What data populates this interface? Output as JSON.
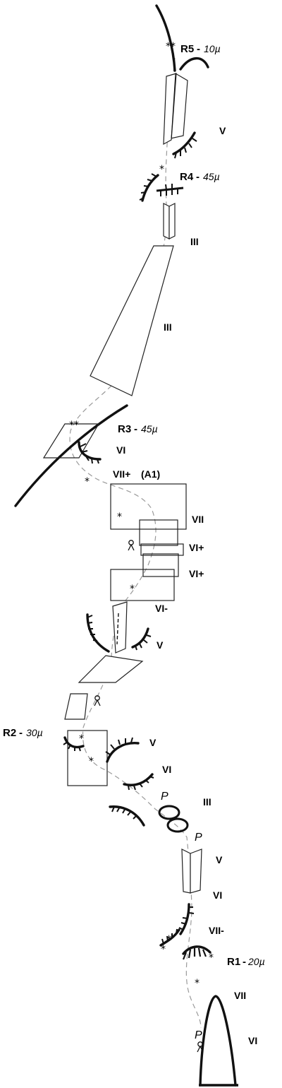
{
  "regions": {
    "r5": {
      "name": "R5",
      "sep": "-",
      "value": "10µ"
    },
    "r4": {
      "name": "R4",
      "sep": "-",
      "value": "45µ"
    },
    "r3": {
      "name": "R3",
      "sep": "-",
      "value": "45µ"
    },
    "r2": {
      "name": "R2",
      "sep": "-",
      "value": "30µ"
    },
    "r1": {
      "name": "R1",
      "sep": "-",
      "value": "20µ"
    }
  },
  "labels": {
    "v_top": "V",
    "iii_small": "III",
    "iii_wedge": "III",
    "vi_r3": "VI",
    "viiplus": "VII+",
    "a1": "(A1)",
    "vii_a1": "VII",
    "viplus_1": "VI+",
    "viplus_2": "VI+",
    "vi_minus": "VI-",
    "v_mid": "V",
    "v_r2": "V",
    "vi_r2": "VI",
    "iii_bottom": "III",
    "v_bottom": "V",
    "vi_bottom": "VI",
    "vii_minus": "VII-",
    "vii_r1": "VII",
    "vi_r1": "VI",
    "p_upper": "P",
    "p_lower": "P",
    "p_r1": "P",
    "star": "*",
    "double_star": "**"
  },
  "icons": {
    "figure": "person-icon"
  }
}
